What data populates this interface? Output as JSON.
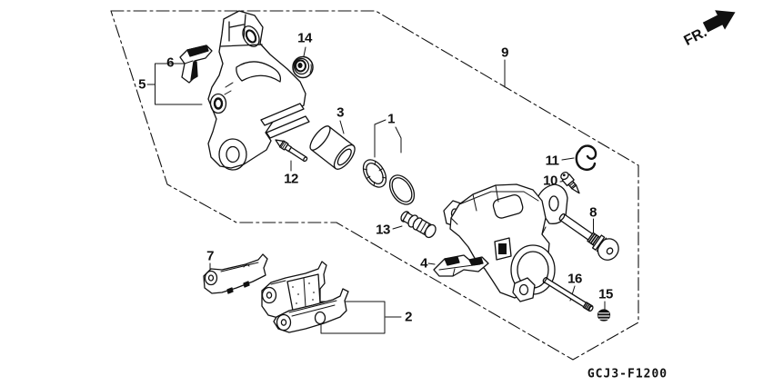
{
  "figure": {
    "code": "GCJ3-F1200",
    "direction_label": "FR.",
    "ink_color": "#111111",
    "background_color": "#ffffff"
  },
  "callouts": [
    {
      "number": "1"
    },
    {
      "number": "2"
    },
    {
      "number": "3"
    },
    {
      "number": "4"
    },
    {
      "number": "5"
    },
    {
      "number": "6"
    },
    {
      "number": "7"
    },
    {
      "number": "8"
    },
    {
      "number": "9"
    },
    {
      "number": "10"
    },
    {
      "number": "11"
    },
    {
      "number": "12"
    },
    {
      "number": "13"
    },
    {
      "number": "14"
    },
    {
      "number": "15"
    },
    {
      "number": "16"
    }
  ]
}
